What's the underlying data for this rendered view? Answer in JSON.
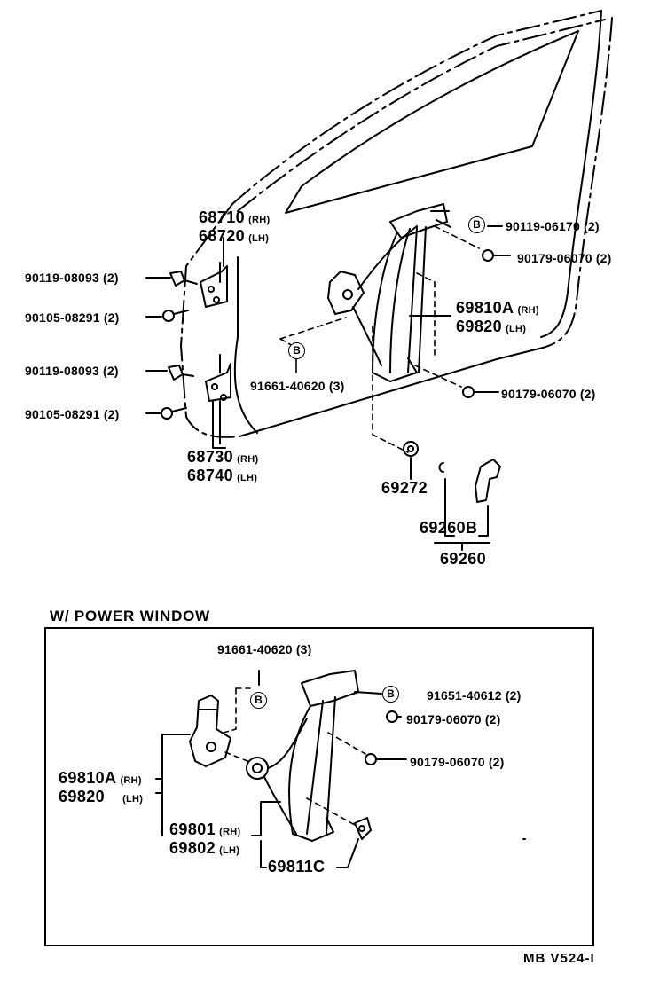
{
  "callout": {
    "symbol": "B"
  },
  "upper": {
    "hinge_upper": {
      "rh": "68710",
      "rh_tag": "(RH)",
      "lh": "68720",
      "lh_tag": "(LH)"
    },
    "hinge_lower": {
      "rh": "68730",
      "rh_tag": "(RH)",
      "lh": "68740",
      "lh_tag": "(LH)"
    },
    "regulator": {
      "rh": "69810A",
      "rh_tag": "(RH)",
      "lh": "69820",
      "lh_tag": "(LH)"
    },
    "bolt_1": "90119-08093 (2)",
    "bolt_2": "90105-08291 (2)",
    "bolt_3": "90119-08093 (2)",
    "bolt_4": "90105-08291 (2)",
    "screw_b": "91661-40620 (3)",
    "bolt_b_top": "90119-06170 (2)",
    "nut_top": "90179-06070 (2)",
    "nut_mid": "90179-06070 (2)",
    "knob_part": "69272",
    "handle_sub": "69260B",
    "handle": "69260"
  },
  "power_window": {
    "title": "W/ POWER WINDOW",
    "screw_b": "91661-40620 (3)",
    "bolt_b": "91651-40612 (2)",
    "nut_1": "90179-06070 (2)",
    "nut_2": "90179-06070 (2)",
    "regulator": {
      "rh": "69810A",
      "rh_tag": "(RH)",
      "lh": "69820",
      "lh_tag": "(LH)"
    },
    "motor": {
      "rh": "69801",
      "rh_tag": "(RH)",
      "lh": "69802",
      "lh_tag": "(LH)"
    },
    "arm": "69811C"
  },
  "ref_code": "MB  V524-I"
}
